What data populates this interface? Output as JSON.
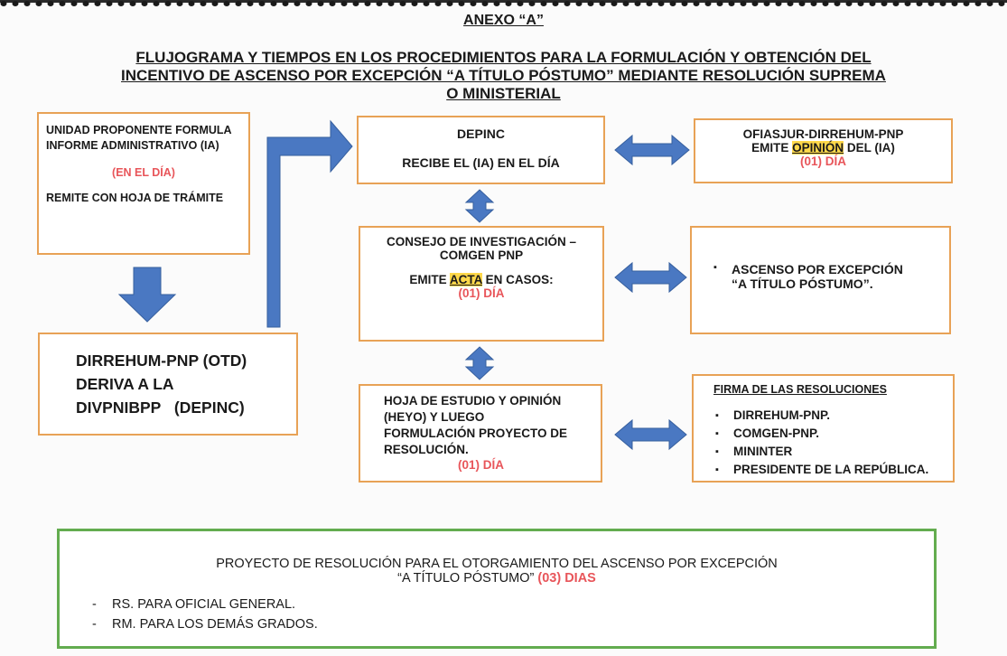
{
  "header": {
    "annex": "ANEXO “A”",
    "title_line1": "FLUJOGRAMA Y TIEMPOS EN LOS PROCEDIMIENTOS PARA LA FORMULACIÓN Y OBTENCIÓN DEL",
    "title_line2": "INCENTIVO DE ASCENSO POR EXCEPCIÓN “A TÍTULO PÓSTUMO” MEDIANTE RESOLUCIÓN SUPREMA",
    "title_line3": "O MINISTERIAL"
  },
  "box_unidad": {
    "line1": "UNIDAD PROPONENTE FORMULA",
    "line2": "INFORME ADMINISTRATIVO (IA)",
    "time": "(EN EL DÍA)",
    "line3": "REMITE CON HOJA DE TRÁMITE"
  },
  "box_depinc": {
    "title": "DEPINC",
    "text": "RECIBE EL (IA) EN EL DÍA"
  },
  "box_ofiasjur": {
    "line1": "OFIASJUR-DIRREHUM-PNP",
    "emite": "EMITE",
    "highlight": "OPINIÓN",
    "rest": "DEL (IA)",
    "time": "(01) DÍA"
  },
  "box_consejo": {
    "line1": "CONSEJO DE INVESTIGACIÓN –",
    "line2": "COMGEN PNP",
    "emite": "EMITE",
    "highlight": "ACTA",
    "rest": "EN CASOS:",
    "time": "(01) DÍA"
  },
  "box_ascenso": {
    "line1": "ASCENSO POR EXCEPCIÓN",
    "line2": "“A TÍTULO PÓSTUMO”."
  },
  "box_dirrehum": {
    "line1": "DIRREHUM-PNP (OTD)",
    "line2": "DERIVA A LA",
    "line3": "DIVPNIBPP",
    "line3b": "(DEPINC)"
  },
  "box_hoja": {
    "line1": "HOJA DE ESTUDIO Y OPINIÓN",
    "line2": "(HEYO) Y LUEGO",
    "line3": "FORMULACIÓN PROYECTO DE",
    "line4": "RESOLUCIÓN.",
    "time": "(01) DÍA"
  },
  "box_firma": {
    "title": "FIRMA DE LAS RESOLUCIONES",
    "items": [
      "DIRREHUM-PNP.",
      "COMGEN-PNP.",
      "MININTER",
      "PRESIDENTE DE LA REPÚBLICA."
    ]
  },
  "box_proyecto": {
    "line1": "PROYECTO DE RESOLUCIÓN PARA EL OTORGAMIENTO DEL ASCENSO POR EXCEPCIÓN",
    "line2": "“A TÍTULO PÓSTUMO”",
    "time": "(03) DIAS",
    "items": [
      "RS. PARA OFICIAL GENERAL.",
      "RM. PARA LOS DEMÁS GRADOS."
    ]
  },
  "colors": {
    "box_border": "#e8a256",
    "arrow_fill": "#4a78c2",
    "time_red": "#e8555a",
    "highlight": "#ffd84a",
    "green_border": "#63ac4f"
  }
}
